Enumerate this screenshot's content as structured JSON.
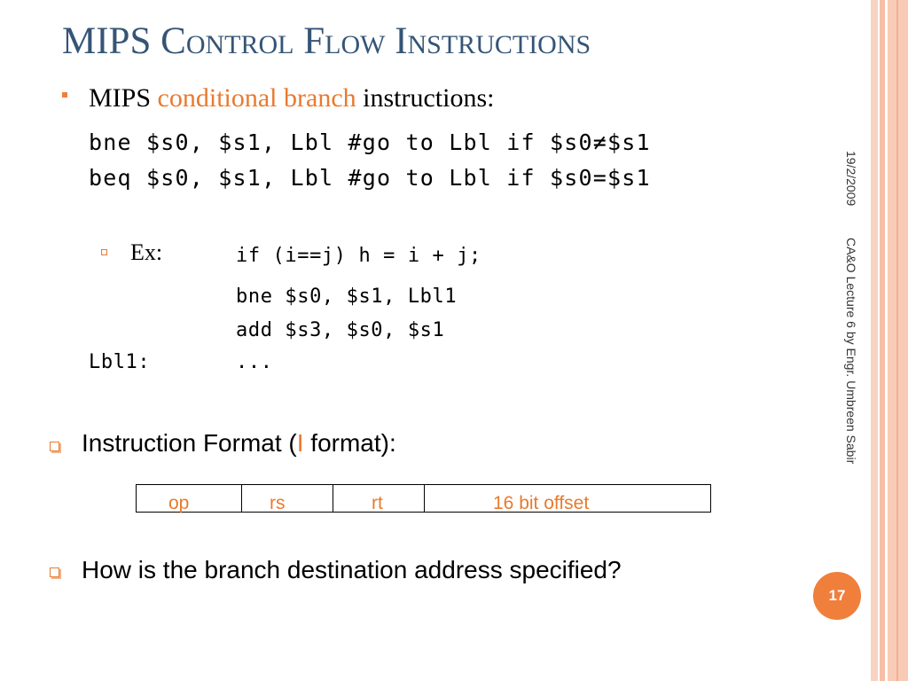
{
  "title": "MIPS Control Flow Instructions",
  "bullet": {
    "prefix": "MIPS ",
    "highlight": "conditional branch",
    "suffix": " instructions:"
  },
  "code_lines": [
    "bne $s0, $s1, Lbl #go to Lbl if $s0≠$s1",
    "beq $s0, $s1, Lbl #go to Lbl if $s0=$s1"
  ],
  "example": {
    "label": "Ex:",
    "lines": [
      "if (i==j) h = i + j;",
      "bne $s0, $s1, Lbl1",
      "add $s3, $s0, $s1",
      "..."
    ],
    "label_line": "Lbl1:"
  },
  "instruction_format": {
    "prefix": "Instruction Format (",
    "highlight": "I",
    "suffix": " format):",
    "fields": [
      "op",
      "rs",
      "rt",
      "16 bit offset"
    ]
  },
  "question": "How is the branch destination address specified?",
  "side": {
    "date": "19/2/2009",
    "lecture": "CA&O Lecture 6 by Engr. Umbreen Sabir"
  },
  "page_number": "17",
  "colors": {
    "title": "#355576",
    "accent": "#e97a2e",
    "stripe": "#f8cbb6"
  }
}
